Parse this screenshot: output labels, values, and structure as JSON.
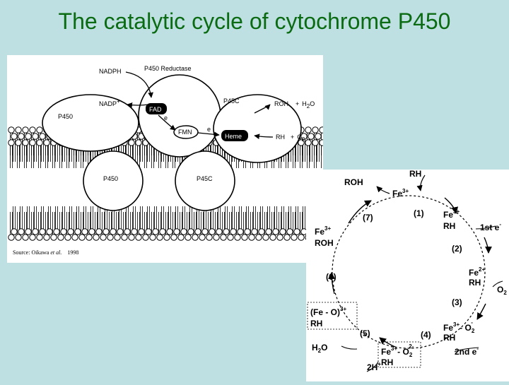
{
  "title": "The catalytic cycle of cytochrome P450",
  "membrane": {
    "nadph": "NADPH",
    "nadp": "NADP",
    "nadp_sup": "+",
    "reductase": "P450 Reductase",
    "fad": "FAD",
    "fmn": "FMN",
    "heme": "Heme",
    "electron": "e",
    "p450_left": "P450",
    "p450_top_right": "P45C",
    "p450_bottom_left": "P450",
    "p450_bottom_right": "P45C",
    "product_roh": "ROH",
    "product_plus": "+",
    "product_h2o": "H",
    "product_h2o_sub": "2",
    "product_h2o_o": "O",
    "substrate_rh": "RH",
    "substrate_plus": "+",
    "substrate_o2": "C",
    "substrate_o2_sub": "2",
    "source_prefix": "Source:",
    "source_author": "Oikawa",
    "source_etal": "et al.",
    "source_year": "1998"
  },
  "cycle": {
    "rh_top": "RH",
    "roh_top": "ROH",
    "fe_top": "Fe",
    "fe_top_sup": "3+",
    "step1": "(1)",
    "step2": "(2)",
    "step3": "(3)",
    "step4": "(4)",
    "step5": "(5)",
    "step6": "(6)",
    "step7": "(7)",
    "s1_fe": "Fe",
    "s1_sup": "3+",
    "s1_rh": "RH",
    "first_e": "1st e",
    "first_e_sup": "-",
    "s2_fe": "Fe",
    "s2_sup": "2+",
    "s2_rh": "RH",
    "o2": "O",
    "o2_sub": "2",
    "s3_fe": "Fe",
    "s3_sup": "3+",
    "s3_o": "- O",
    "s3_sub": "2",
    "s3_minus": "-",
    "s3_rh": "RH",
    "second_e": "2nd e",
    "second_e_sup": "-",
    "s4_fe": "Fe",
    "s4_sup": "3+",
    "s4_o": "- O",
    "s4_sub": "2",
    "s4_charge": "2-",
    "s4_rh": "RH",
    "two_h": "2H",
    "two_h_sup": "+",
    "h2o": "H",
    "h2o_sub": "2",
    "h2o_o": "O",
    "s5_feo": "(Fe - O)",
    "s5_sup": "3+",
    "s5_rh": "RH",
    "s6_fe": "Fe",
    "s6_sup": "3+",
    "s6_roh": "ROH"
  }
}
